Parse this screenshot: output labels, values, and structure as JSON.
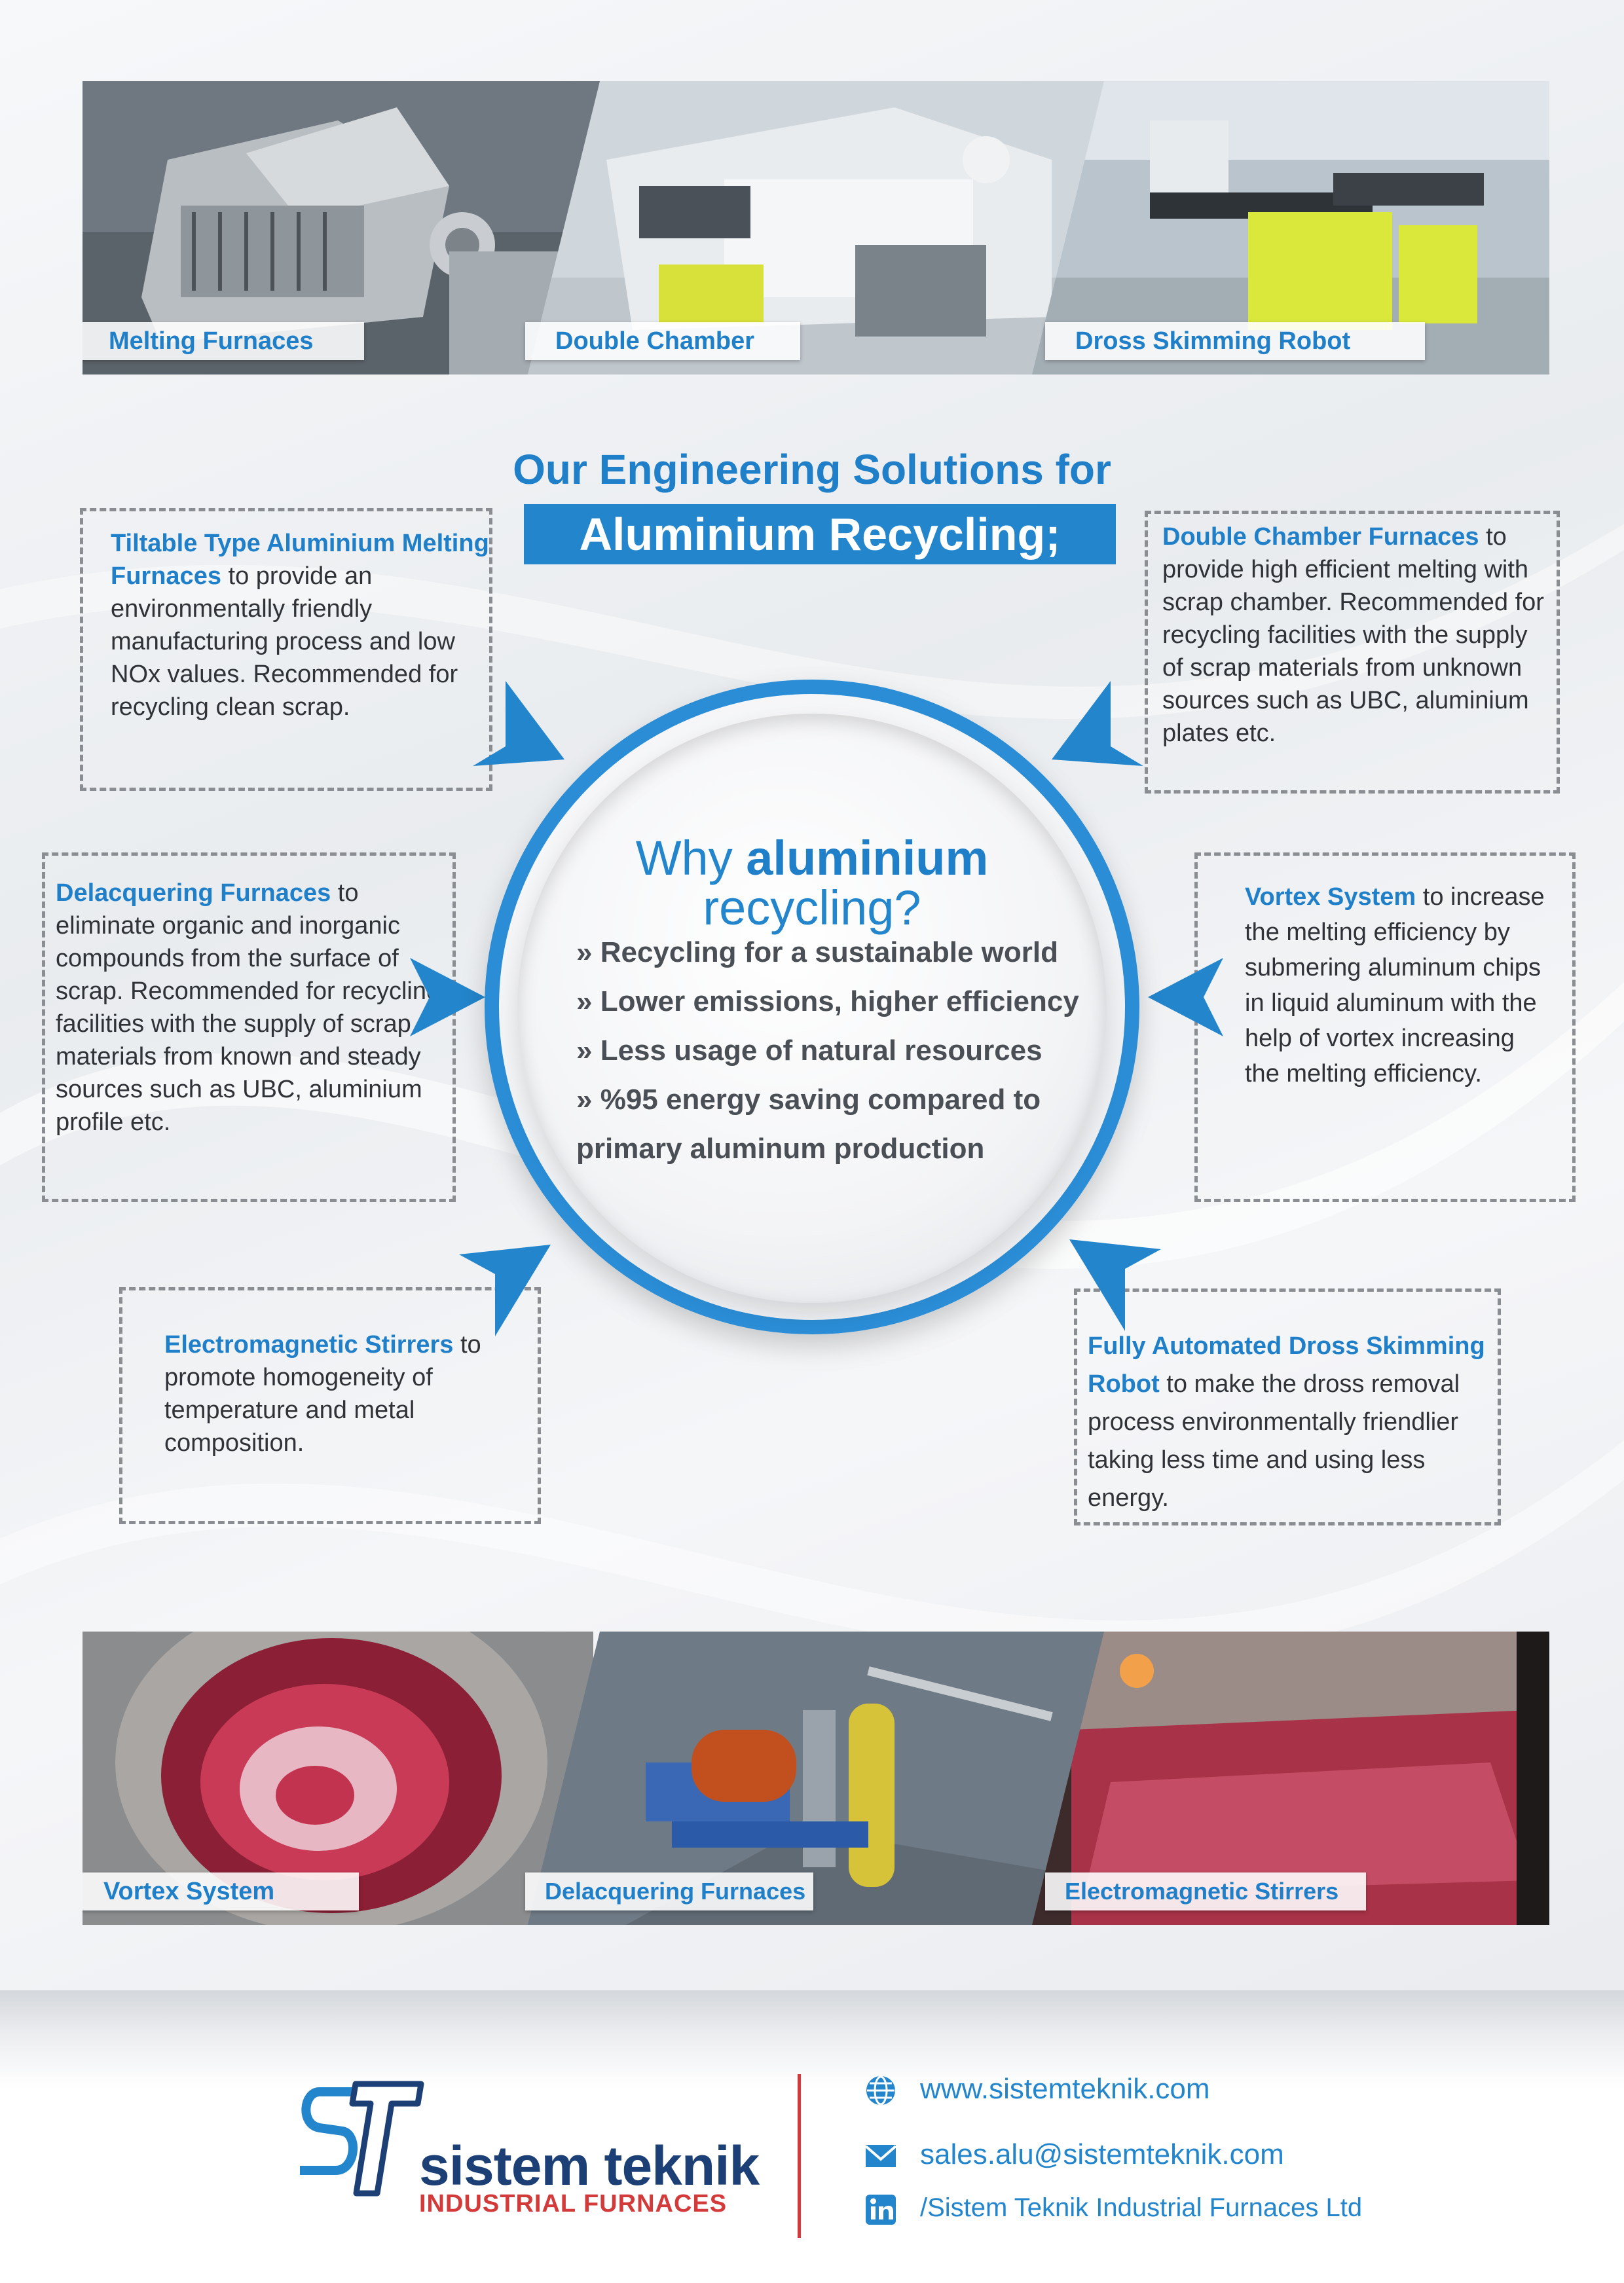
{
  "top_strip": {
    "captions": [
      "Melting Furnaces",
      "Double Chamber",
      "Dross Skimming Robot"
    ]
  },
  "heading": {
    "line1": "Our Engineering Solutions for",
    "line2": "Aluminium Recycling;"
  },
  "boxes": {
    "tiltable": {
      "title": "Tiltable Type Aluminium Melting Furnaces",
      "text": " to provide an environmentally friendly manufacturing process and low NOx values. Recommended for recycling clean scrap."
    },
    "double_chamber": {
      "title": "Double Chamber Furnaces",
      "text": " to provide high efficient melting with scrap chamber. Recommended for recycling facilities with the supply of scrap materials from unknown sources such as UBC, aluminium plates etc."
    },
    "delacquering": {
      "title": "Delacquering Furnaces",
      "text": " to eliminate organic and inorganic compounds from the surface of scrap. Recommended for recycling facilities with the supply of scrap materials from known and steady sources such as UBC, aluminium profile etc."
    },
    "vortex": {
      "title": "Vortex System",
      "text": " to increase the melting efficiency by submering aluminum chips in liquid aluminum with the help of vortex increasing the melting efficiency."
    },
    "stirrers": {
      "title": "Electromagnetic Stirrers",
      "text": " to promote homogeneity of temperature and metal composition."
    },
    "dross": {
      "title": "Fully Automated Dross Skimming Robot",
      "text": " to make the dross removal process environmentally friendlier taking less time and using less energy."
    }
  },
  "center": {
    "why_prefix": "Why ",
    "why_bold": "aluminium",
    "why_line2": "recycling?",
    "bullets": [
      "» Recycling for a sustainable world",
      "» Lower emissions, higher efficiency",
      "» Less usage of natural resources",
      "» %95 energy saving compared to",
      "primary aluminum production"
    ]
  },
  "bottom_strip": {
    "captions": [
      "Vortex System",
      "Delacquering Furnaces",
      "Electromagnetic Stirrers"
    ]
  },
  "footer": {
    "brand": "sistem teknik",
    "brand_sub": "INDUSTRIAL FURNACES",
    "website": "www.sistemteknik.com",
    "email": "sales.alu@sistemteknik.com",
    "linkedin": "/Sistem Teknik Industrial Furnaces Ltd"
  },
  "colors": {
    "accent_blue": "#2385cc",
    "brand_navy": "#1c3f75",
    "brand_red": "#d33a3a"
  },
  "icons": [
    "globe-icon",
    "mail-icon",
    "linkedin-icon",
    "arrow-icon"
  ]
}
